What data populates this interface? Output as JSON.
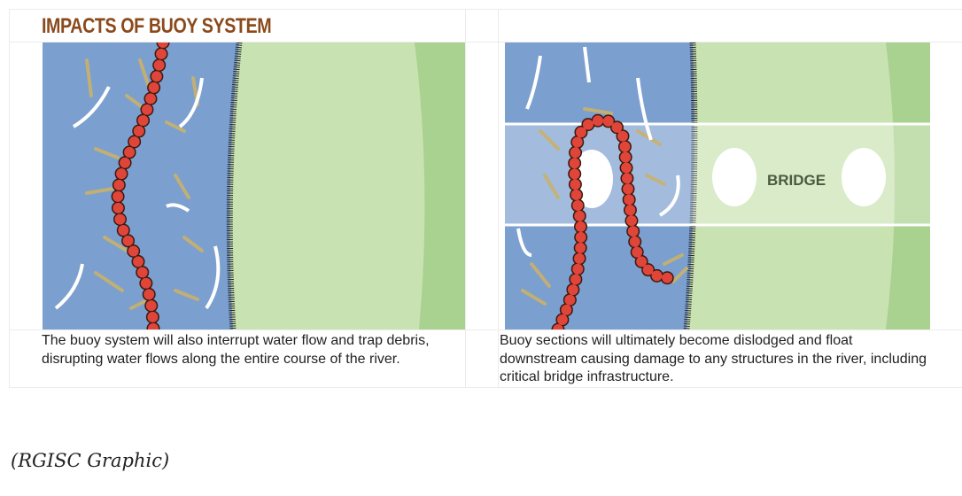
{
  "title": "IMPACTS OF BUOY SYSTEM",
  "panels": [
    {
      "caption": "The buoy system will also interrupt water flow and trap debris, disrupting water flows along the entire course of the river."
    },
    {
      "label": "BRIDGE",
      "caption": "Buoy sections will ultimately become dislodged and float downstream causing damage to any structures in the river, including critical bridge infrastructure."
    }
  ],
  "credit": "(RGISC Graphic)",
  "colors": {
    "water": "#7b9fcf",
    "land": "#c9e2b2",
    "land_dark": "#a9d18f",
    "buoy": "#e0453a",
    "title": "#8b4a1c"
  }
}
